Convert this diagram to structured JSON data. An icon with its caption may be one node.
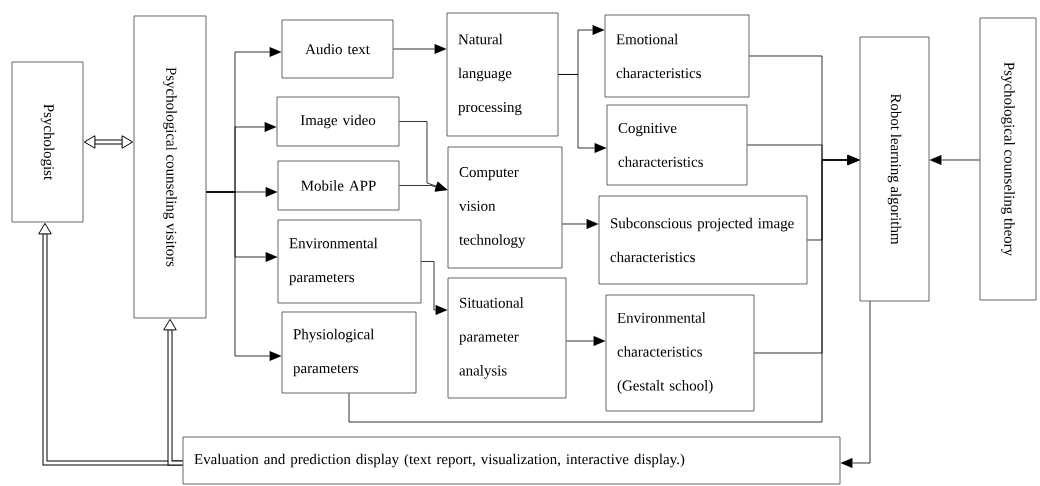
{
  "diagram": {
    "nodes": [
      {
        "text": [
          "Psychologist"
        ]
      },
      {
        "text": [
          "Psychological counseling visitors"
        ]
      },
      {
        "text": [
          "Audio text"
        ]
      },
      {
        "text": [
          "Image video"
        ]
      },
      {
        "text": [
          "Mobile APP"
        ]
      },
      {
        "text": [
          "Environmental parameters"
        ]
      },
      {
        "text": [
          "Physiological parameters"
        ]
      },
      {
        "text": [
          "Natural language processing"
        ]
      },
      {
        "text": [
          "Computer vision technology"
        ]
      },
      {
        "text": [
          "Situational parameter analysis"
        ]
      },
      {
        "text": [
          "Emotional characteristics"
        ]
      },
      {
        "text": [
          "Cognitive characteristics"
        ]
      },
      {
        "text": [
          "Subconscious projected image characteristics"
        ]
      },
      {
        "text": [
          "Environmental characteristics (Gestalt school)"
        ]
      },
      {
        "text": [
          "Robot learning algorithm"
        ]
      },
      {
        "text": [
          "Psychological counseling theory"
        ]
      },
      {
        "text": [
          "Evaluation and prediction display (text report, visualization, interactive display.)"
        ]
      }
    ],
    "edges": [
      {
        "from": 0,
        "to": 1,
        "arrow": "both",
        "style": "thick"
      },
      {
        "from": 1,
        "to": 2,
        "arrow": "to"
      },
      {
        "from": 1,
        "to": 3,
        "arrow": "to"
      },
      {
        "from": 1,
        "to": 4,
        "arrow": "to"
      },
      {
        "from": 1,
        "to": 5,
        "arrow": "to"
      },
      {
        "from": 1,
        "to": 6,
        "arrow": "to"
      },
      {
        "from": 2,
        "to": 7,
        "arrow": "to"
      },
      {
        "from": 3,
        "to": 8,
        "arrow": "to"
      },
      {
        "from": 4,
        "to": 8,
        "arrow": "to"
      },
      {
        "from": 5,
        "to": 9,
        "arrow": "to"
      },
      {
        "from": 7,
        "to": 10,
        "arrow": "to"
      },
      {
        "from": 7,
        "to": 11,
        "arrow": "to"
      },
      {
        "from": 8,
        "to": 12,
        "arrow": "to"
      },
      {
        "from": 9,
        "to": 13,
        "arrow": "to"
      },
      {
        "from": 10,
        "to": 14,
        "arrow": "to"
      },
      {
        "from": 11,
        "to": 14,
        "arrow": "to"
      },
      {
        "from": 12,
        "to": 14,
        "arrow": "to"
      },
      {
        "from": 13,
        "to": 14,
        "arrow": "to"
      },
      {
        "from": 6,
        "to": 14,
        "arrow": "to"
      },
      {
        "from": 15,
        "to": 14,
        "arrow": "to"
      },
      {
        "from": 14,
        "to": 16,
        "arrow": "to"
      },
      {
        "from": 16,
        "to": 0,
        "arrow": "to",
        "style": "thick"
      },
      {
        "from": 16,
        "to": 1,
        "arrow": "to",
        "style": "thick"
      }
    ]
  }
}
